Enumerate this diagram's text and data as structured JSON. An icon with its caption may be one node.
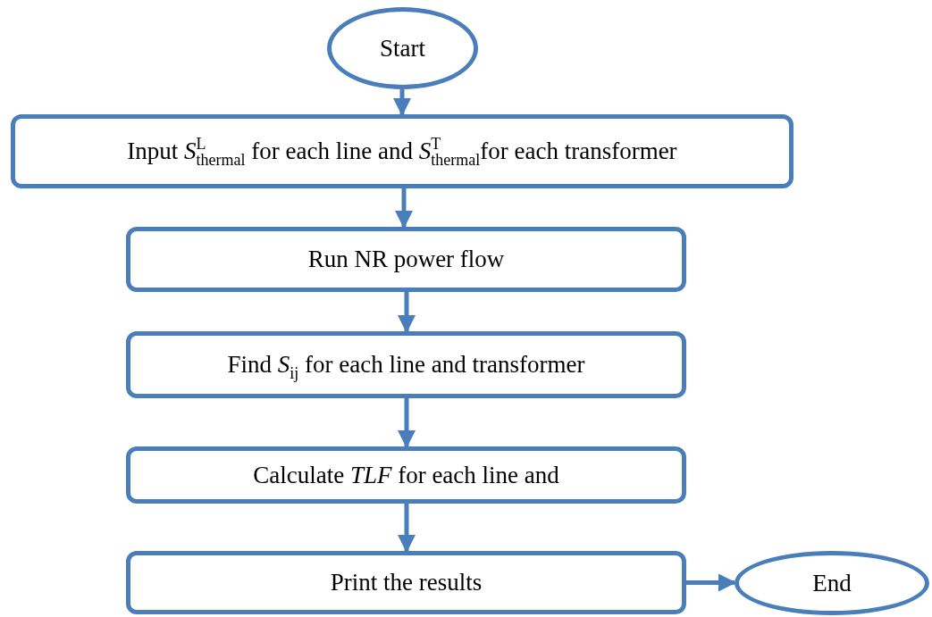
{
  "diagram": {
    "nodes": [
      {
        "text": [
          "Start"
        ]
      },
      {
        "text": [
          "Input *S*$^{L}$$_{thermal}$ for each line and *S*$^{T}$$_{thermal}$for each transformer"
        ]
      },
      {
        "text": [
          "Run NR power flow"
        ]
      },
      {
        "text": [
          "Find *S*$_{ij}$ for each line and transformer"
        ]
      },
      {
        "text": [
          "Calculate *TLF* for each line and"
        ]
      },
      {
        "text": [
          "Print the results"
        ]
      },
      {
        "text": [
          "End"
        ]
      }
    ],
    "edges": [
      {
        "from": 0,
        "to": 1,
        "arrow": "to"
      },
      {
        "from": 1,
        "to": 2,
        "arrow": "to"
      },
      {
        "from": 2,
        "to": 3,
        "arrow": "to"
      },
      {
        "from": 3,
        "to": 4,
        "arrow": "to"
      },
      {
        "from": 4,
        "to": 5,
        "arrow": "to"
      },
      {
        "from": 5,
        "to": 6,
        "arrow": "to"
      }
    ]
  }
}
